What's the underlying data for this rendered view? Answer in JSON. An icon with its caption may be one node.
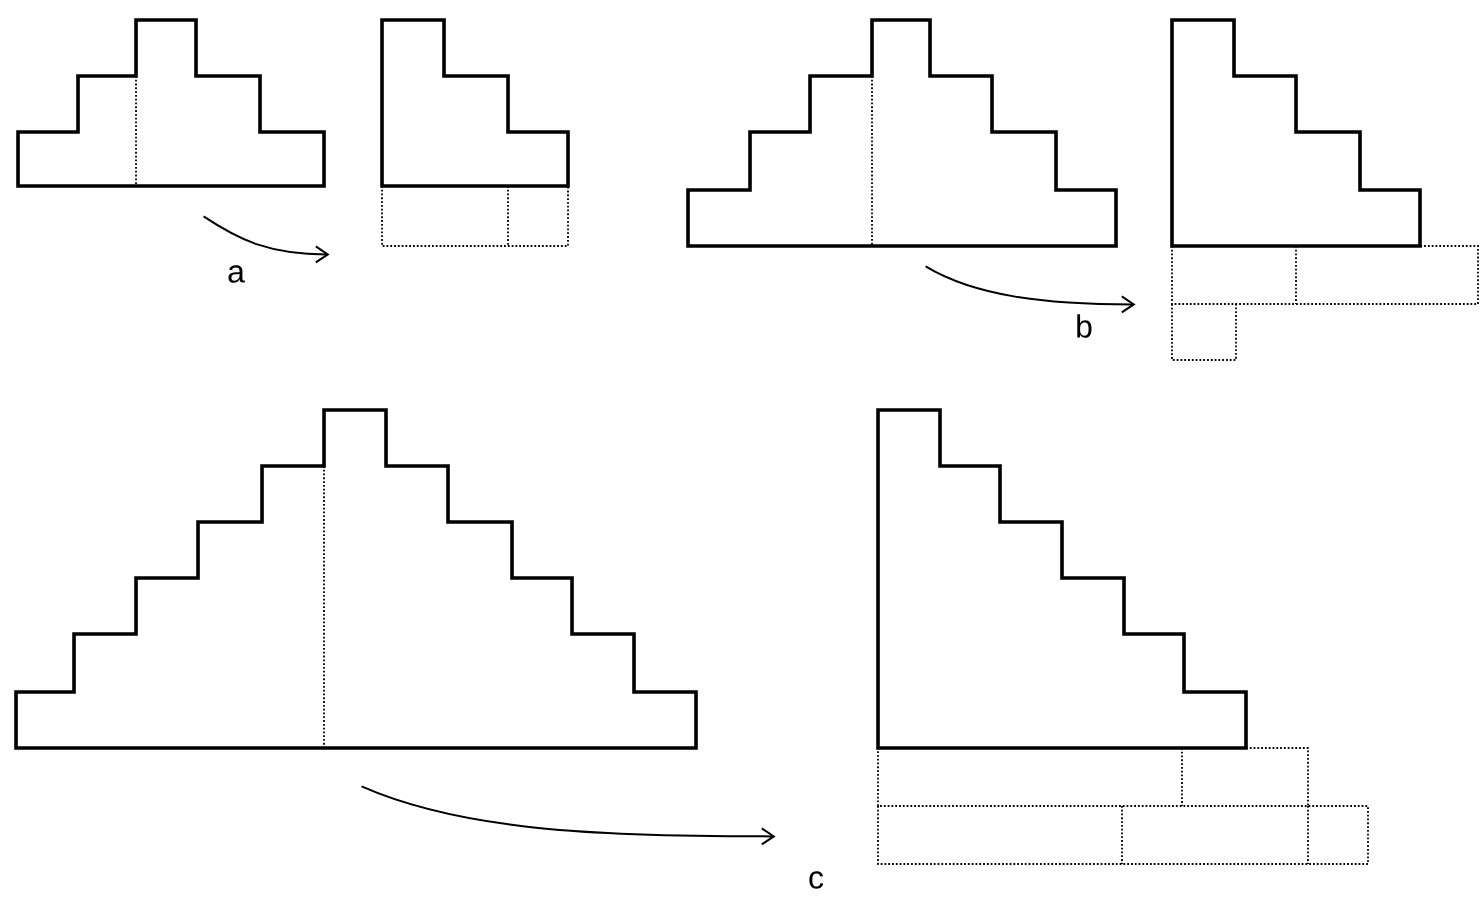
{
  "diagram": {
    "nodes": [
      {
        "text": [],
        "shape": "staircase"
      },
      {
        "text": [],
        "shape": "staircase"
      },
      {
        "text": [],
        "shape": "staircase"
      },
      {
        "text": [],
        "shape": "staircase"
      },
      {
        "text": [],
        "shape": "staircase"
      },
      {
        "text": [],
        "shape": "staircase"
      }
    ],
    "edges": [
      {
        "from": 0,
        "to": 1,
        "arrow": "to",
        "label": "a"
      },
      {
        "from": 2,
        "to": 3,
        "arrow": "to",
        "label": "b"
      },
      {
        "from": 4,
        "to": 5,
        "arrow": "to",
        "label": "c"
      }
    ]
  }
}
